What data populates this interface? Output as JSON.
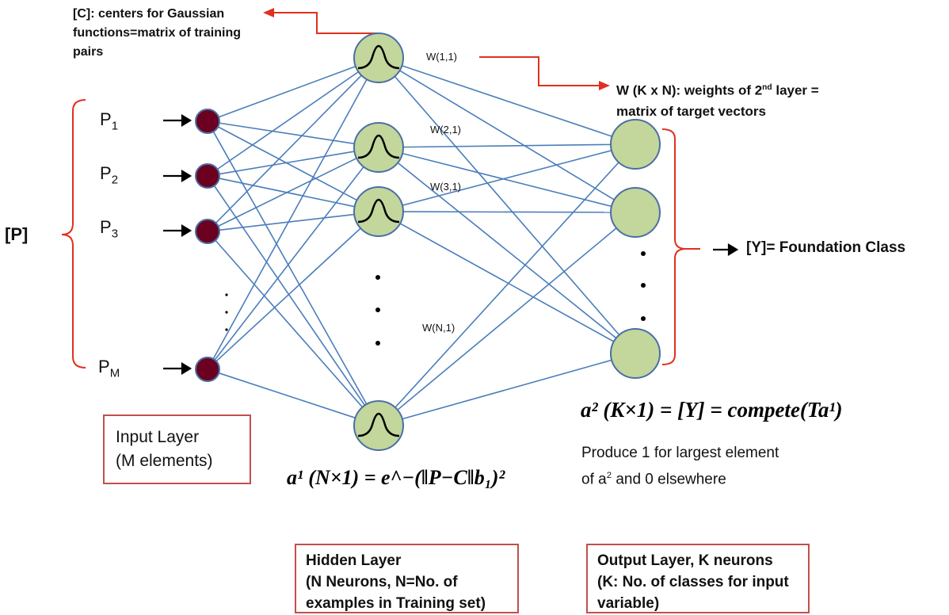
{
  "annotations": {
    "centers": "[C]: centers for Gaussian\nfunctions=matrix of training\npairs",
    "weights_prefix": "W (K x N): weights of 2",
    "weights_sup": "nd",
    "weights_suffix": " layer =\nmatrix of target vectors"
  },
  "inputs": {
    "group_label": "[P]",
    "items": [
      {
        "base": "P",
        "sub": "1"
      },
      {
        "base": "P",
        "sub": "2"
      },
      {
        "base": "P",
        "sub": "3"
      },
      {
        "base": "P",
        "sub": "M"
      }
    ]
  },
  "weight_labels": [
    "W(1,1)",
    "W(2,1)",
    "W(3,1)",
    "W(N,1)"
  ],
  "output": {
    "class_label": "[Y]= Foundation Class"
  },
  "boxes": {
    "input": "Input Layer\n(M elements)",
    "hidden": "Hidden Layer\n(N Neurons, N=No. of\nexamples in Training set)",
    "output": "Output Layer, K neurons\n(K: No. of classes for input\nvariable)"
  },
  "equations": {
    "hidden_eq": "a¹ (N×1) = e^−(‖P−C‖b₁)²",
    "output_eq": "a² (K×1) = [Y] = compete(Ta¹)"
  },
  "description": {
    "line1": "Produce 1 for largest element",
    "line2_prefix": "of a",
    "line2_sup": "2",
    "line2_suffix": " and 0 elsewhere"
  },
  "colors": {
    "input_node": "#6b0020",
    "layer_node": "#c3d69b",
    "node_stroke": "#4a6fa5",
    "connection": "#4a7ebb",
    "annotation_red": "#e03020",
    "box_border": "#c0504d"
  }
}
